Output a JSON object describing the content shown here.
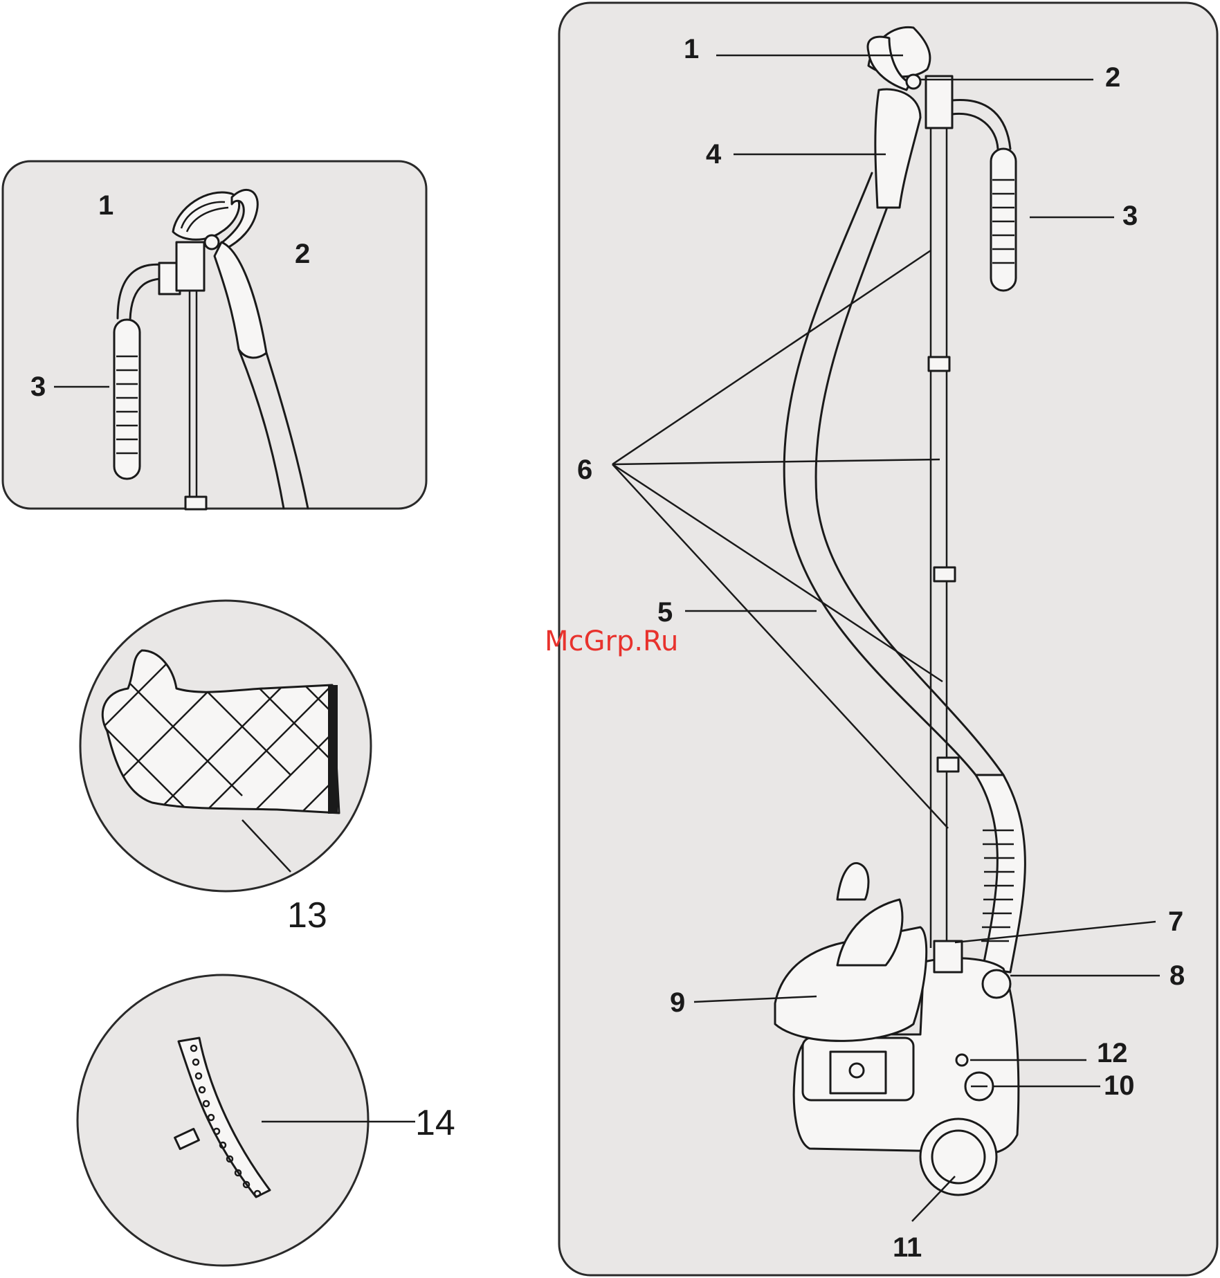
{
  "watermark": "McGrp.Ru",
  "inset_top": {
    "labels": [
      "1",
      "2",
      "3"
    ]
  },
  "glove_circle": {
    "label": "13"
  },
  "brush_circle": {
    "label": "14"
  },
  "main_panel": {
    "labels": [
      "1",
      "2",
      "3",
      "4",
      "5",
      "6",
      "7",
      "8",
      "9",
      "10",
      "11",
      "12"
    ]
  },
  "colors": {
    "panel": "#e9e7e6",
    "line": "#1a1a1a",
    "watermark": "#e8322d"
  }
}
